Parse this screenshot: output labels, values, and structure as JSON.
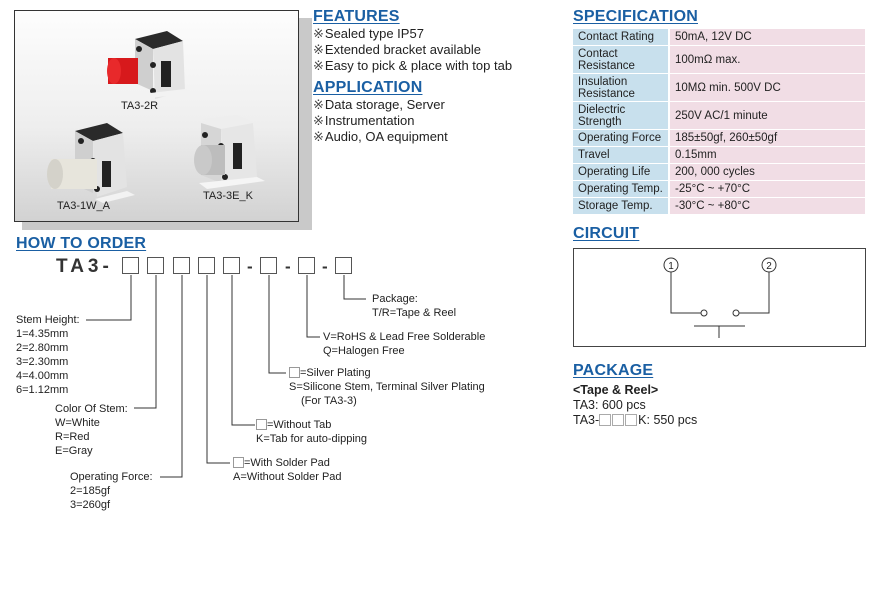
{
  "photo": {
    "labels": [
      "TA3-2R",
      "TA3-1W_A",
      "TA3-3E_K"
    ]
  },
  "features": {
    "title": "FEATURES",
    "items": [
      "Sealed type IP57",
      "Extended bracket available",
      "Easy to pick & place with top tab"
    ]
  },
  "application": {
    "title": "APPLICATION",
    "items": [
      "Data storage, Server",
      "Instrumentation",
      "Audio, OA equipment"
    ]
  },
  "bullet_mark": "※",
  "specification": {
    "title": "SPECIFICATION",
    "rows": [
      {
        "key": "Contact Rating",
        "value": "50mA, 12V DC"
      },
      {
        "key": "Contact Resistance",
        "value": "100mΩ max."
      },
      {
        "key": "Insulation Resistance",
        "value": "10MΩ min. 500V DC"
      },
      {
        "key": "Dielectric Strength",
        "value": "250V AC/1 minute"
      },
      {
        "key": "Operating Force",
        "value": "185±50gf, 260±50gf"
      },
      {
        "key": "Travel",
        "value": "0.15mm"
      },
      {
        "key": "Operating Life",
        "value": "200, 000 cycles"
      },
      {
        "key": "Operating Temp.",
        "value": "-25°C ~ +70°C"
      },
      {
        "key": "Storage Temp.",
        "value": "-30°C ~ +80°C"
      }
    ]
  },
  "circuit": {
    "title": "CIRCUIT",
    "terminals": [
      "1",
      "2"
    ]
  },
  "package": {
    "title": "PACKAGE",
    "subtitle": "<Tape & Reel>",
    "line1": "TA3: 600 pcs",
    "line2_prefix": "TA3-",
    "line2_suffix": "K: 550 pcs"
  },
  "order": {
    "title": "HOW TO ORDER",
    "prefix": "TA3-",
    "dash": "-",
    "stem_height": {
      "label": "Stem Height:",
      "options": [
        "1=4.35mm",
        "2=2.80mm",
        "3=2.30mm",
        "4=4.00mm",
        "6=1.12mm"
      ]
    },
    "stem_color": {
      "label": "Color Of Stem:",
      "options": [
        "W=White",
        "R=Red",
        "E=Gray"
      ]
    },
    "operating_force": {
      "label": "Operating Force:",
      "options": [
        "2=185gf",
        "3=260gf"
      ]
    },
    "solder_pad": {
      "line1": "=With Solder Pad",
      "line2": "A=Without Solder Pad"
    },
    "tab": {
      "line1": "=Without Tab",
      "line2": "K=Tab for auto-dipping"
    },
    "plating": {
      "line1": "=Silver Plating",
      "line2": "S=Silicone Stem, Terminal Silver Plating",
      "line3": "(For TA3-3)"
    },
    "compliance": {
      "line1": "V=RoHS & Lead Free Solderable",
      "line2": "Q=Halogen Free"
    },
    "packaging": {
      "label": "Package:",
      "option": "T/R=Tape & Reel"
    }
  }
}
